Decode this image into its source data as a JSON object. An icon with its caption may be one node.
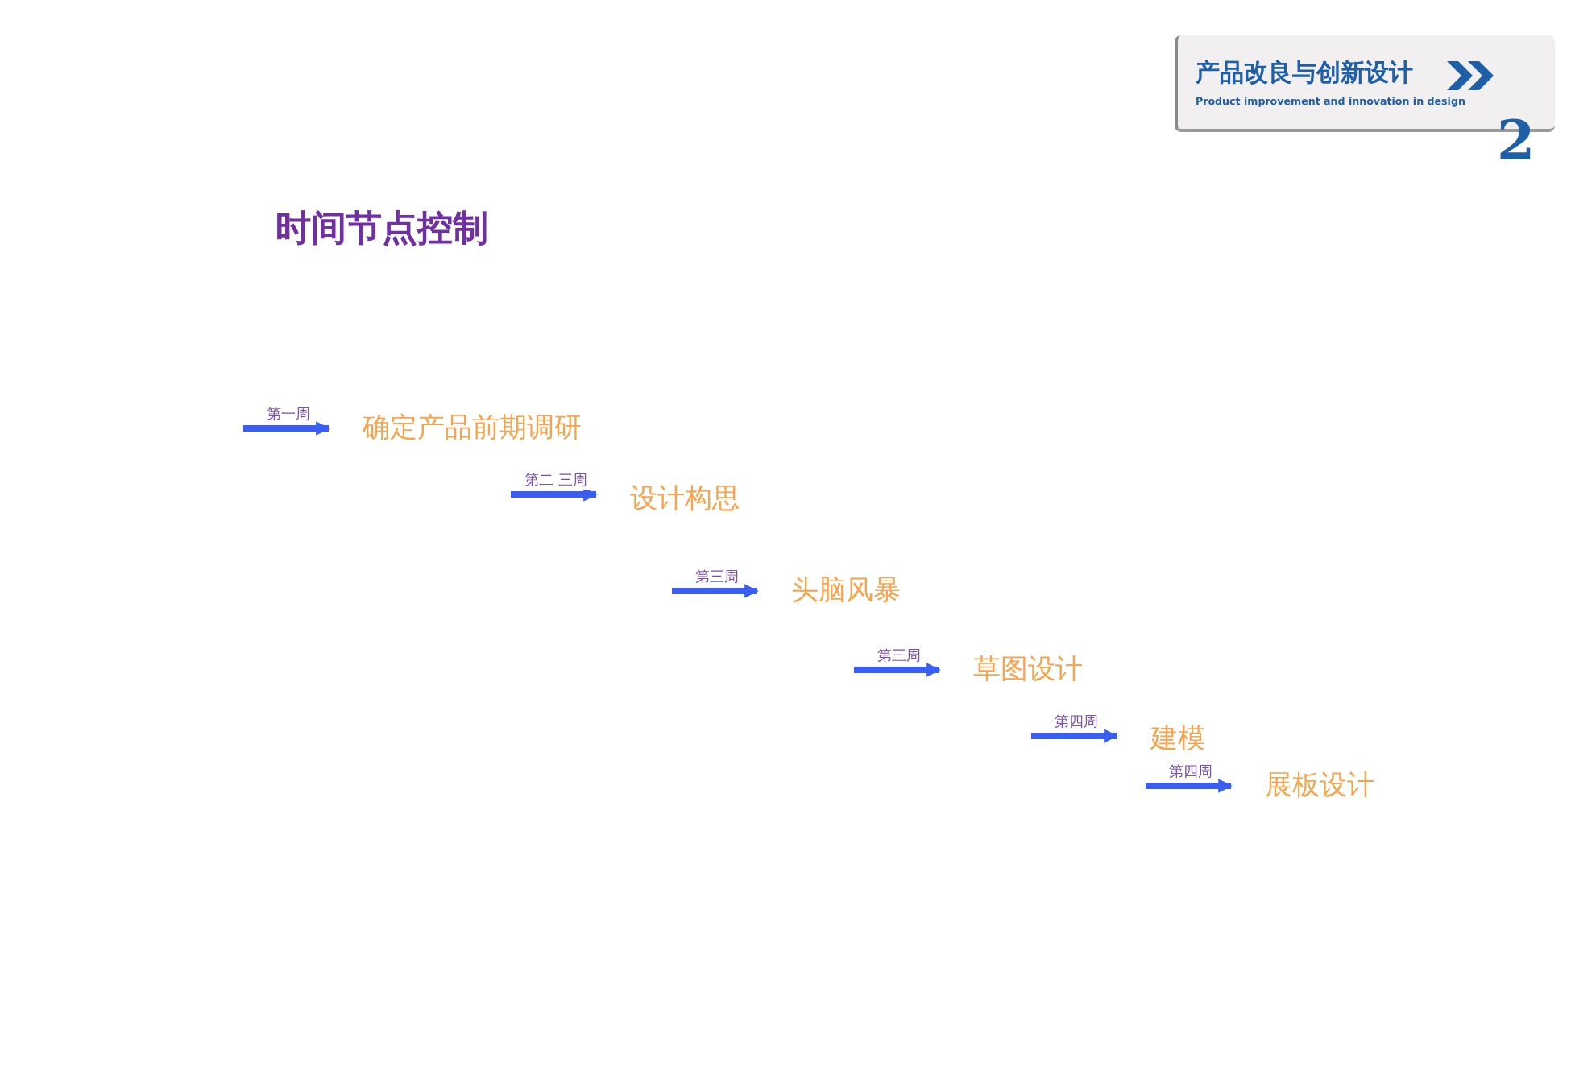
{
  "diagram": {
    "title": "时间节点控制",
    "nodes": [
      {
        "text": [
          "产品改良与创新设计",
          "Product improvement and innovation in design"
        ]
      },
      {
        "text": [
          "确定产品前期调研"
        ]
      },
      {
        "text": [
          "设计构思"
        ]
      },
      {
        "text": [
          "头脑风暴"
        ]
      },
      {
        "text": [
          "草图设计"
        ]
      },
      {
        "text": [
          "建模"
        ]
      },
      {
        "text": [
          "展板设计"
        ]
      }
    ],
    "edges": [
      {
        "from": null,
        "to": 1,
        "arrow": "to",
        "label": "第一周"
      },
      {
        "from": null,
        "to": 2,
        "arrow": "to",
        "label": "第二 三周"
      },
      {
        "from": null,
        "to": 3,
        "arrow": "to",
        "label": "第三周"
      },
      {
        "from": null,
        "to": 4,
        "arrow": "to",
        "label": "第三周"
      },
      {
        "from": null,
        "to": 5,
        "arrow": "to",
        "label": "第四周"
      },
      {
        "from": null,
        "to": 6,
        "arrow": "to",
        "label": "第四周"
      }
    ],
    "labels": [
      "2"
    ]
  }
}
